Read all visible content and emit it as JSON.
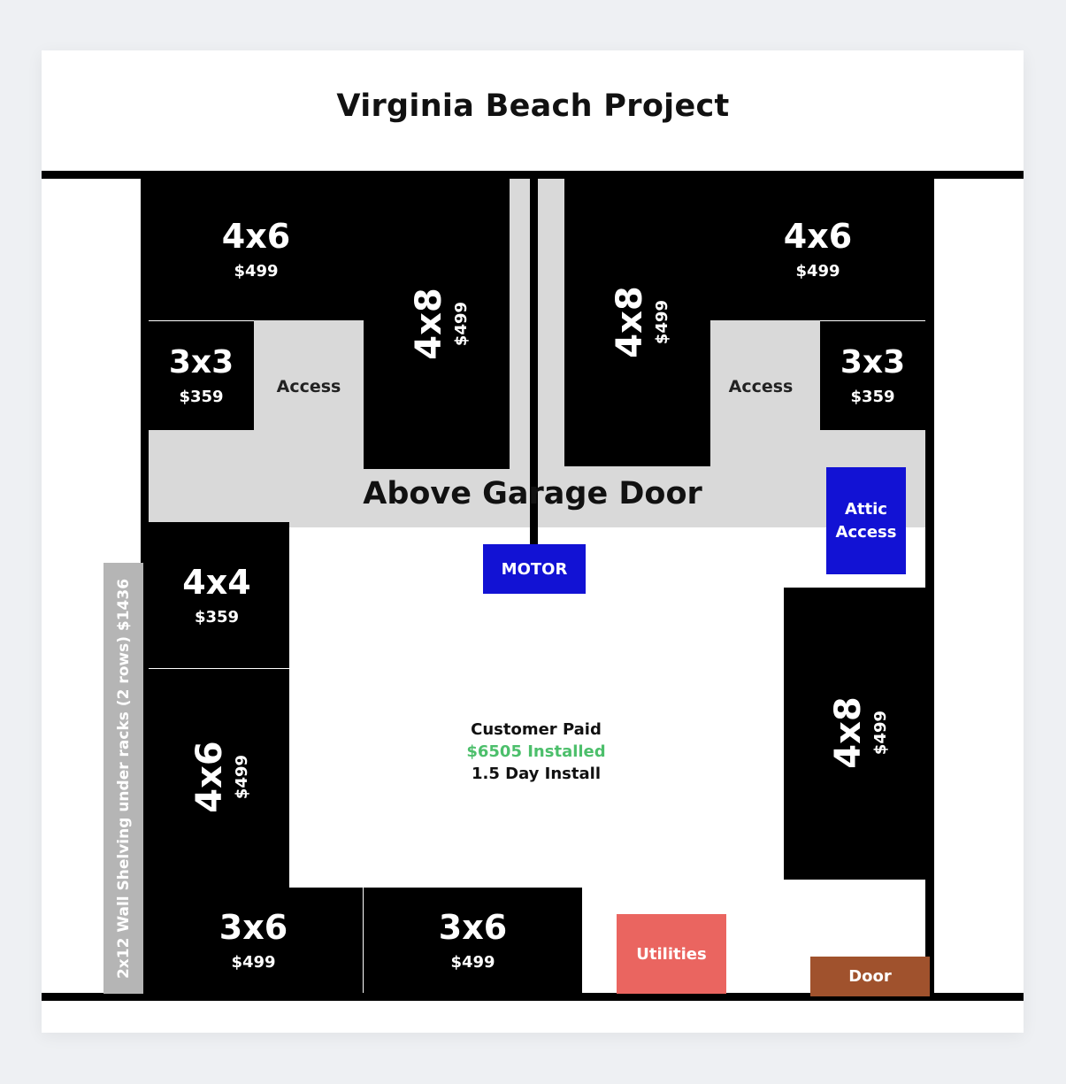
{
  "title": "Virginia Beach Project",
  "racks": {
    "top_left_4x6": {
      "size": "4x6",
      "price": "$499"
    },
    "top_left_4x8": {
      "size": "4x8",
      "price": "$499"
    },
    "top_right_4x8": {
      "size": "4x8",
      "price": "$499"
    },
    "top_right_4x6": {
      "size": "4x6",
      "price": "$499"
    },
    "left_3x3": {
      "size": "3x3",
      "price": "$359"
    },
    "right_3x3": {
      "size": "3x3",
      "price": "$359"
    },
    "left_4x4": {
      "size": "4x4",
      "price": "$359"
    },
    "left_4x6": {
      "size": "4x6",
      "price": "$499"
    },
    "right_4x8": {
      "size": "4x8",
      "price": "$499"
    },
    "bottom_3x6_a": {
      "size": "3x6",
      "price": "$499"
    },
    "bottom_3x6_b": {
      "size": "3x6",
      "price": "$499"
    }
  },
  "labels": {
    "access_left": "Access",
    "access_right": "Access",
    "above_garage_door": "Above Garage Door",
    "motor": "MOTOR",
    "attic_line1": "Attic",
    "attic_line2": "Access",
    "utilities": "Utilities",
    "door": "Door",
    "wall_shelving": "2x12 Wall Shelving under racks (2 rows) $1436"
  },
  "summary": {
    "line1": "Customer Paid",
    "line2": "$6505 Installed",
    "line3": "1.5 Day Install"
  },
  "colors": {
    "rack": "#000000",
    "access_area": "#d9d9d9",
    "motor": "#1212d4",
    "utilities": "#ea6560",
    "door": "#a0522d",
    "installed_green": "#4cbf6b",
    "wall_shelving": "#b5b5b5"
  }
}
